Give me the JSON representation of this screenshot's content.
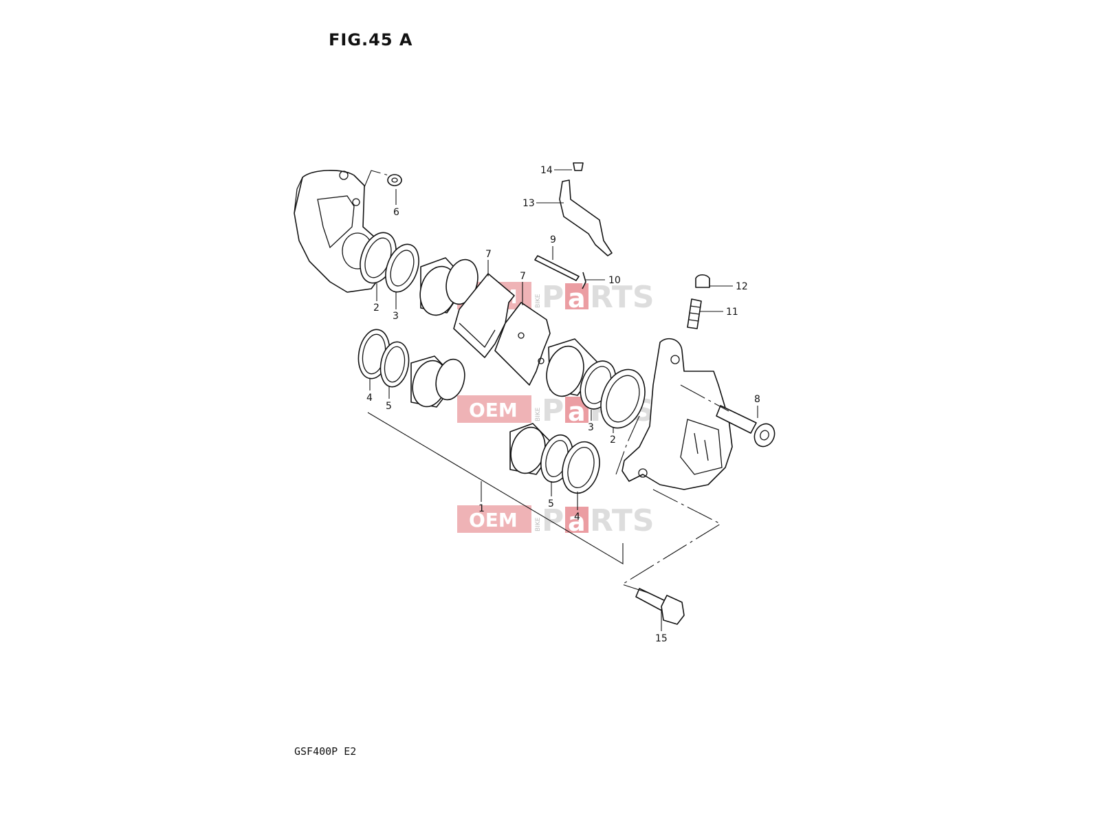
{
  "figure": {
    "title": "FIG.45 A",
    "model": "GSF400P  E2"
  },
  "callouts": [
    "14",
    "13",
    "6",
    "9",
    "7",
    "7",
    "10",
    "12",
    "11",
    "2",
    "3",
    "8",
    "4",
    "5",
    "3",
    "2",
    "1",
    "5",
    "4",
    "15"
  ],
  "watermark": {
    "oem": "OEM",
    "bike": "BIKE",
    "parts_prefix": "P",
    "parts_a": "a",
    "parts_suffix": "RTS"
  }
}
